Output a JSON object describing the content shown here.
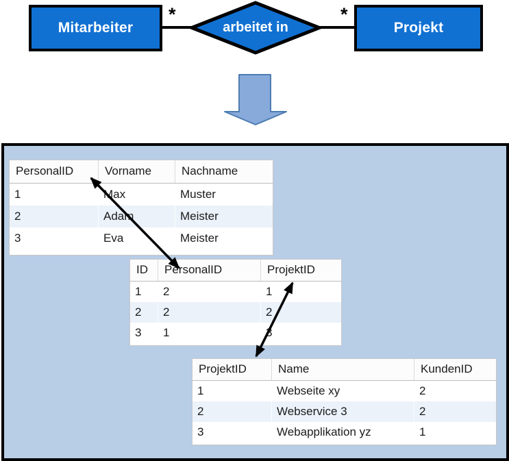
{
  "er_diagram": {
    "entities": [
      {
        "label": "Mitarbeiter"
      },
      {
        "label": "Projekt"
      }
    ],
    "relationship": {
      "label": "arbeitet in"
    },
    "cardinalities": {
      "left": "*",
      "right": "*"
    },
    "colors": {
      "shape_fill": "#1171D2",
      "shape_border": "#000000",
      "label_text": "#FFFFFF"
    }
  },
  "transform_arrow": {
    "direction": "down",
    "fill": "#87AADB",
    "stroke": "#4E7CB0"
  },
  "schema_panel": {
    "colors": {
      "background": "#B8CDE6",
      "border": "#000000",
      "table_background": "#FFFFFF",
      "row_alternate": "#EBF2FA",
      "grid_line": "#C9C9C9",
      "link_arrow": "#000000"
    },
    "tables": [
      {
        "headers": [
          "PersonalID",
          "Vorname",
          "Nachname"
        ],
        "rows": [
          [
            "1",
            "Max",
            "Muster"
          ],
          [
            "2",
            "Adam",
            "Meister"
          ],
          [
            "3",
            "Eva",
            "Meister"
          ]
        ]
      },
      {
        "headers": [
          "ID",
          "PersonalID",
          "ProjektID"
        ],
        "rows": [
          [
            "1",
            "2",
            "1"
          ],
          [
            "2",
            "2",
            "2"
          ],
          [
            "3",
            "1",
            "3"
          ]
        ]
      },
      {
        "headers": [
          "ProjektID",
          "Name",
          "KundenID"
        ],
        "rows": [
          [
            "1",
            "Webseite xy",
            "2"
          ],
          [
            "2",
            "Webservice 3",
            "2"
          ],
          [
            "3",
            "Webapplikation yz",
            "1"
          ]
        ]
      }
    ],
    "links": [
      {
        "from_table_index": 0,
        "from_column": "PersonalID",
        "to_table_index": 1,
        "to_column": "PersonalID"
      },
      {
        "from_table_index": 1,
        "from_column": "ProjektID",
        "to_table_index": 2,
        "to_column": "ProjektID"
      }
    ]
  }
}
